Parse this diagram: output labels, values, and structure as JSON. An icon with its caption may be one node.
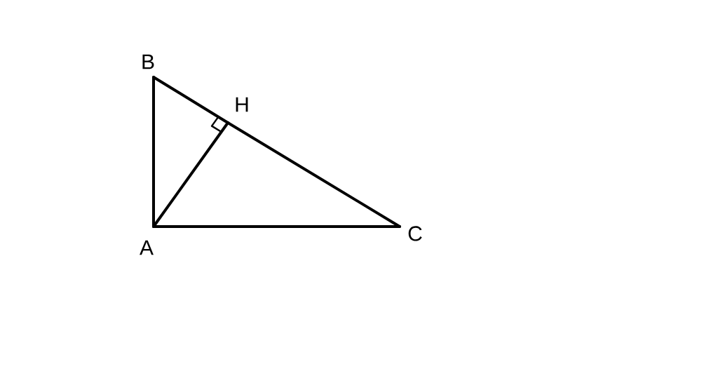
{
  "diagram": {
    "nodes": [
      {
        "text": [
          "A"
        ]
      },
      {
        "text": [
          "B"
        ]
      },
      {
        "text": [
          "C"
        ]
      },
      {
        "text": [
          "H"
        ]
      }
    ],
    "edges": [
      {
        "from": 0,
        "to": 1,
        "arrow": "none"
      },
      {
        "from": 1,
        "to": 3,
        "arrow": "none"
      },
      {
        "from": 3,
        "to": 2,
        "arrow": "none"
      },
      {
        "from": 0,
        "to": 2,
        "arrow": "none"
      },
      {
        "from": 0,
        "to": 3,
        "arrow": "none"
      }
    ]
  }
}
